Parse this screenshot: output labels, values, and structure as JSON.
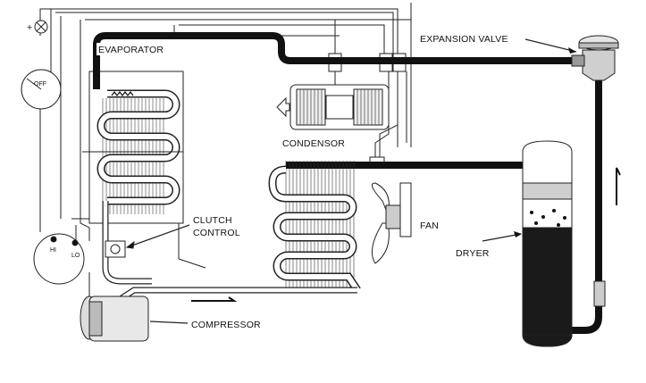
{
  "labels": {
    "evaporator": "EVAPORATOR",
    "expansion_valve": "EXPANSION VALVE",
    "condensor": "CONDENSOR",
    "clutch": "CLUTCH",
    "control": "CONTROL",
    "fan": "FAN",
    "dryer": "DRYER",
    "compressor": "COMPRESSOR"
  },
  "switch_labels": {
    "plus": "+",
    "off": "OFF",
    "hi": "HI",
    "lo": "LO"
  },
  "colors": {
    "line": "#1a1a1a",
    "tube": "#111111",
    "paper": "#ffffff",
    "shade": "#d8d8d8"
  }
}
